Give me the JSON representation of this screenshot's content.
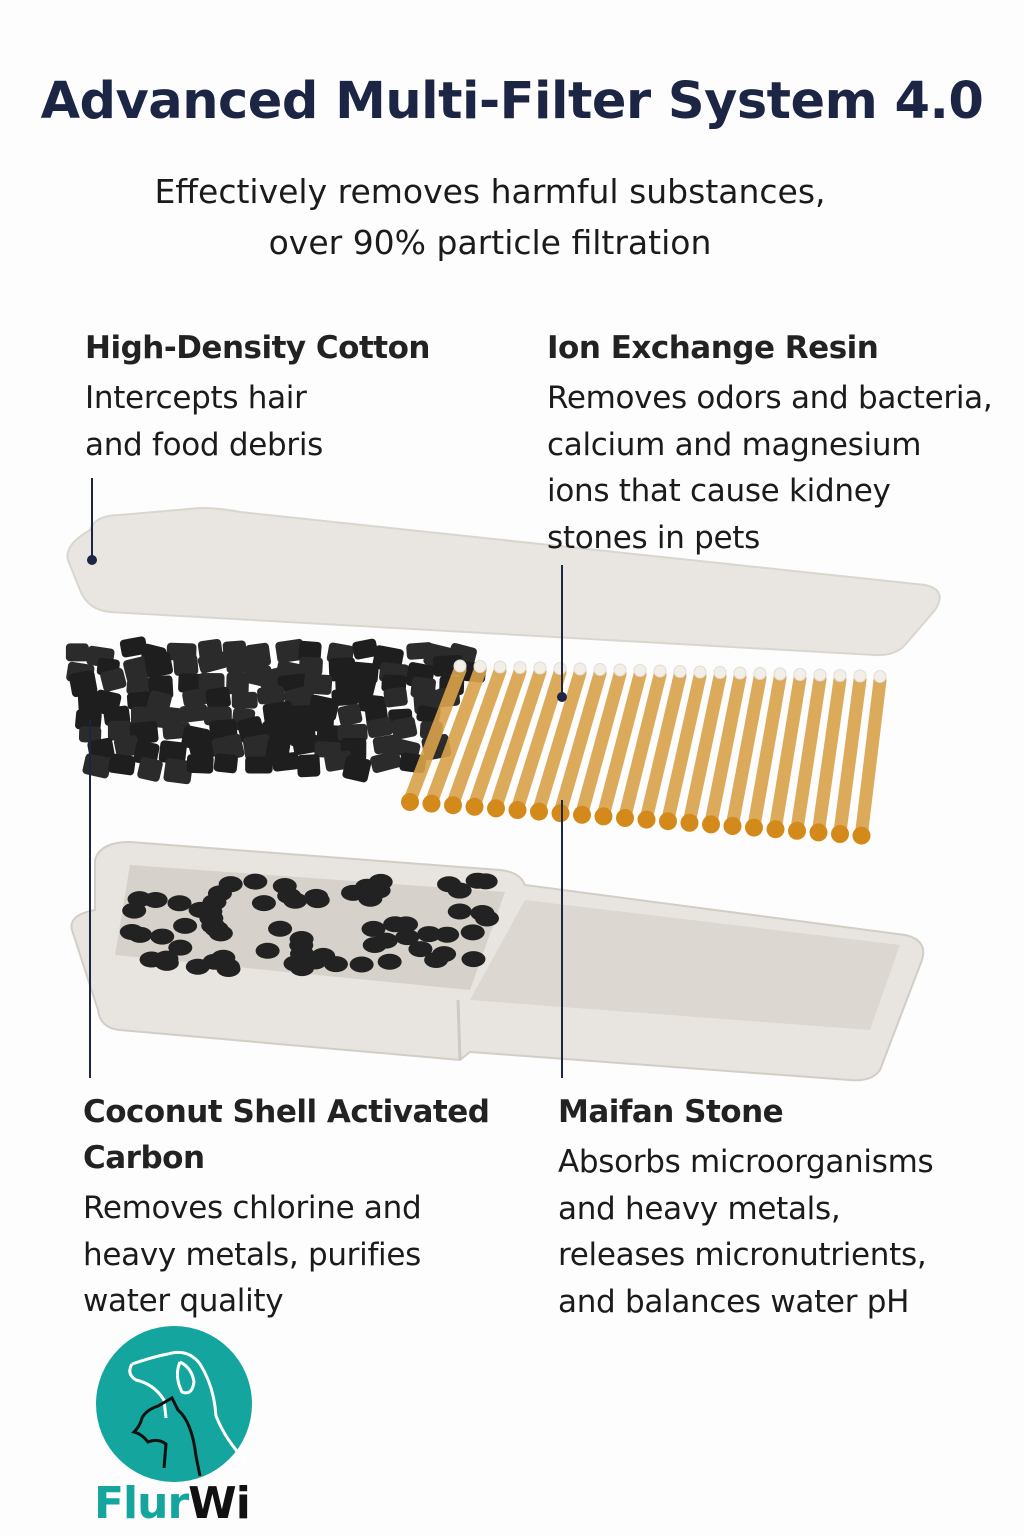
{
  "header": {
    "title": "Advanced Multi-Filter System 4.0",
    "subtitle_line1": "Effectively removes harmful substances,",
    "subtitle_line2": "over 90% particle filtration"
  },
  "layers": [
    {
      "title": "High-Density Cotton",
      "lines": [
        "Intercepts hair",
        "and food debris"
      ]
    },
    {
      "title": "Ion Exchange Resin",
      "lines": [
        "Removes odors and bacteria,",
        "calcium and magnesium",
        "ions that cause kidney",
        "stones in pets"
      ]
    },
    {
      "title_lines": [
        "Coconut Shell Activated",
        "Carbon"
      ],
      "lines": [
        "Removes chlorine and",
        "heavy metals, purifies",
        "water quality"
      ]
    },
    {
      "title": "Maifan Stone",
      "lines": [
        "Absorbs microorganisms",
        "and heavy metals,",
        "releases micronutrients,",
        "and balances water pH"
      ]
    }
  ],
  "brand": {
    "name_part1": "Flur",
    "name_part2": "Wi",
    "color": "#14a59e"
  },
  "colors": {
    "title": "#1c2544",
    "resin": "#d48a1a",
    "carbon": "#1e1e1e",
    "tray": "#e7e3de"
  }
}
